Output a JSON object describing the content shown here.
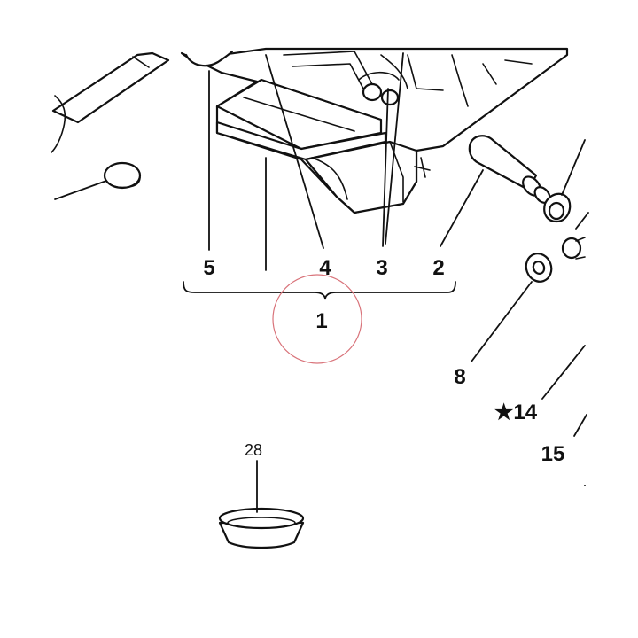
{
  "callouts": {
    "c5": "5",
    "c4": "4",
    "c3": "3",
    "c2": "2",
    "c1": "1",
    "c8": "8",
    "c14": "★14",
    "c15": "15",
    "c28": "28"
  },
  "colors": {
    "line": "#111111",
    "highlight_circle": "#d9747b",
    "background": "#ffffff"
  }
}
